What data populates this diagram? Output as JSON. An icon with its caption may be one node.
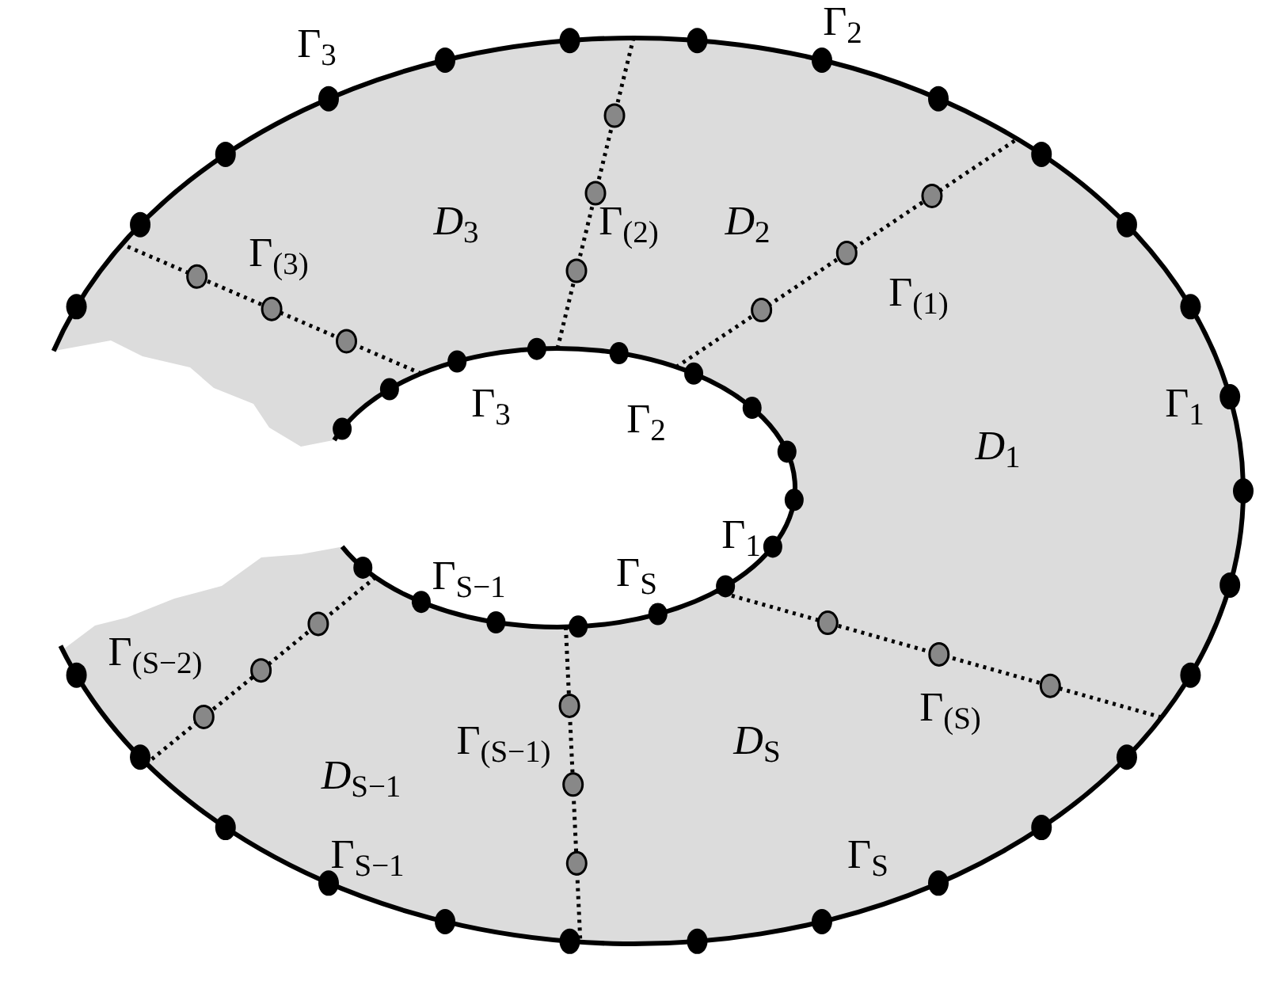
{
  "diagram": {
    "labels": [
      "Γ$_{3}$",
      "Γ$_{2}$",
      "Γ$_{(3)}$",
      "*D*$_{3}$",
      "Γ$_{(2)}$",
      "*D*$_{2}$",
      "Γ$_{(1)}$",
      "Γ$_{3}$",
      "Γ$_{2}$",
      "Γ$_{1}$",
      "*D*$_{1}$",
      "Γ$_{1}$",
      "Γ$_{(S−2)}$",
      "Γ$_{S−1}$",
      "Γ$_{S}$",
      "Γ$_{(S)}$",
      "Γ$_{(S−1)}$",
      "*D*$_{S}$",
      "*D*$_{S−1}$",
      "Γ$_{S−1}$",
      "Γ$_{S}$"
    ]
  }
}
